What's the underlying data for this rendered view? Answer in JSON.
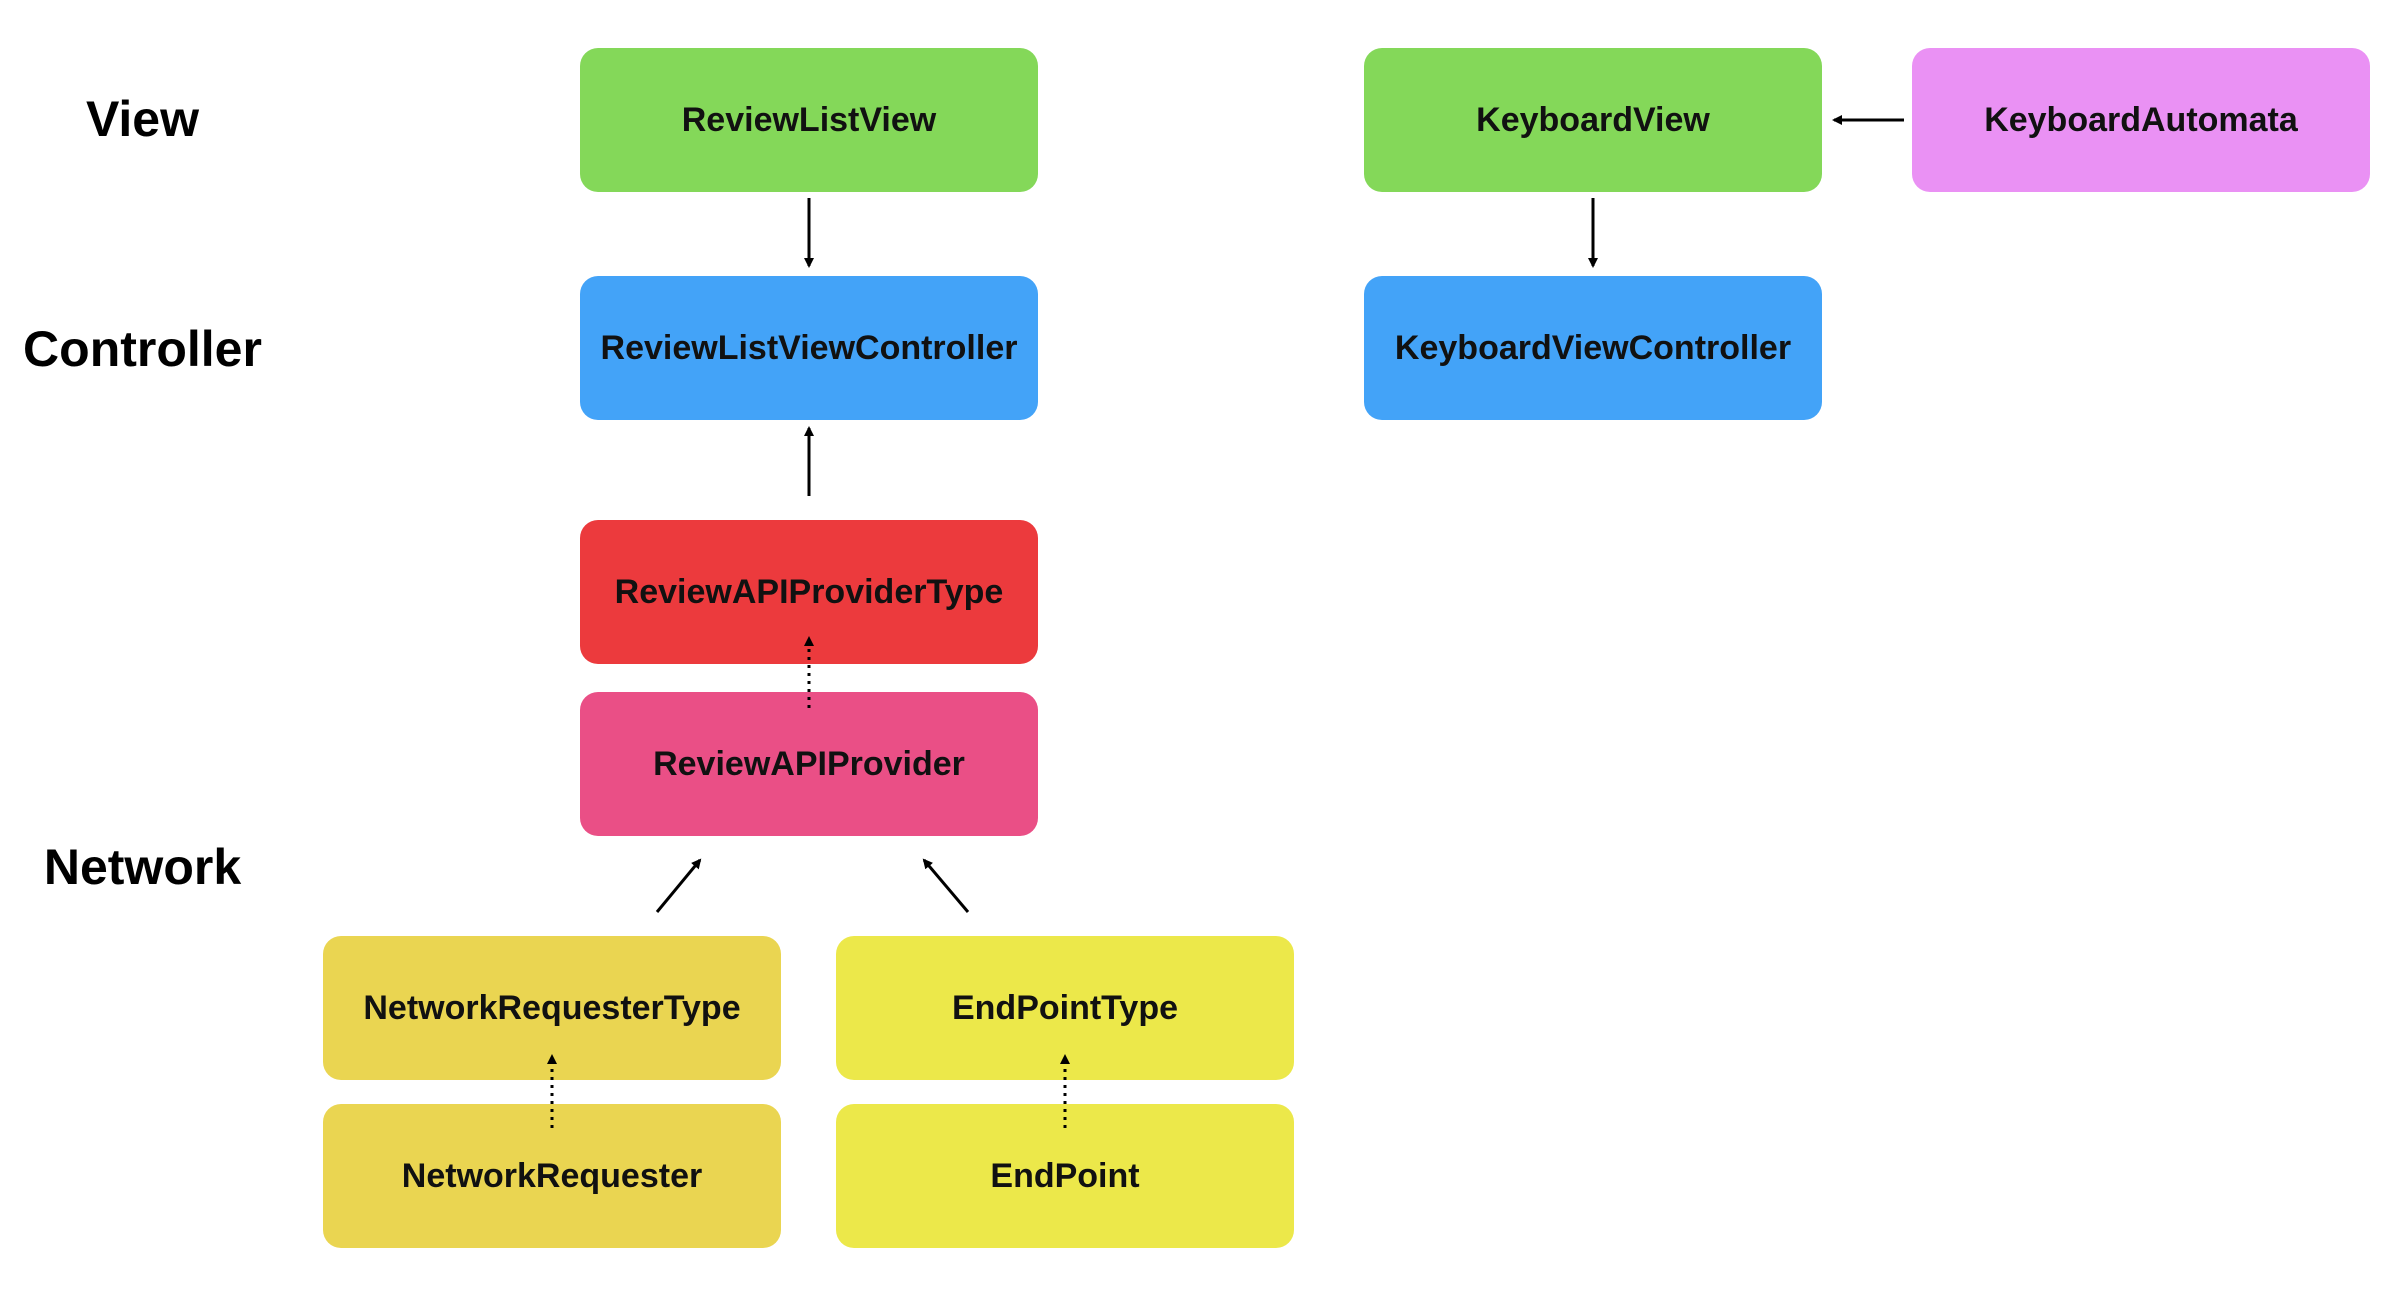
{
  "layers": {
    "view": "View",
    "controller": "Controller",
    "network": "Network"
  },
  "nodes": {
    "review_list_view": {
      "label": "ReviewListView",
      "color": "#84d859"
    },
    "review_list_view_controller": {
      "label": "ReviewListViewController",
      "color": "#43a3f8"
    },
    "review_api_provider_type": {
      "label": "ReviewAPIProviderType",
      "color": "#ec3a3d"
    },
    "review_api_provider": {
      "label": "ReviewAPIProvider",
      "color": "#ea4f86"
    },
    "network_requester_type": {
      "label": "NetworkRequesterType",
      "color": "#ead551"
    },
    "network_requester": {
      "label": "NetworkRequester",
      "color": "#ead551"
    },
    "end_point_type": {
      "label": "EndPointType",
      "color": "#ece84a"
    },
    "end_point": {
      "label": "EndPoint",
      "color": "#ece84a"
    },
    "keyboard_view": {
      "label": "KeyboardView",
      "color": "#84d859"
    },
    "keyboard_view_controller": {
      "label": "KeyboardViewController",
      "color": "#43a3f8"
    },
    "keyboard_automata": {
      "label": "KeyboardAutomata",
      "color": "#ea91f4"
    }
  }
}
